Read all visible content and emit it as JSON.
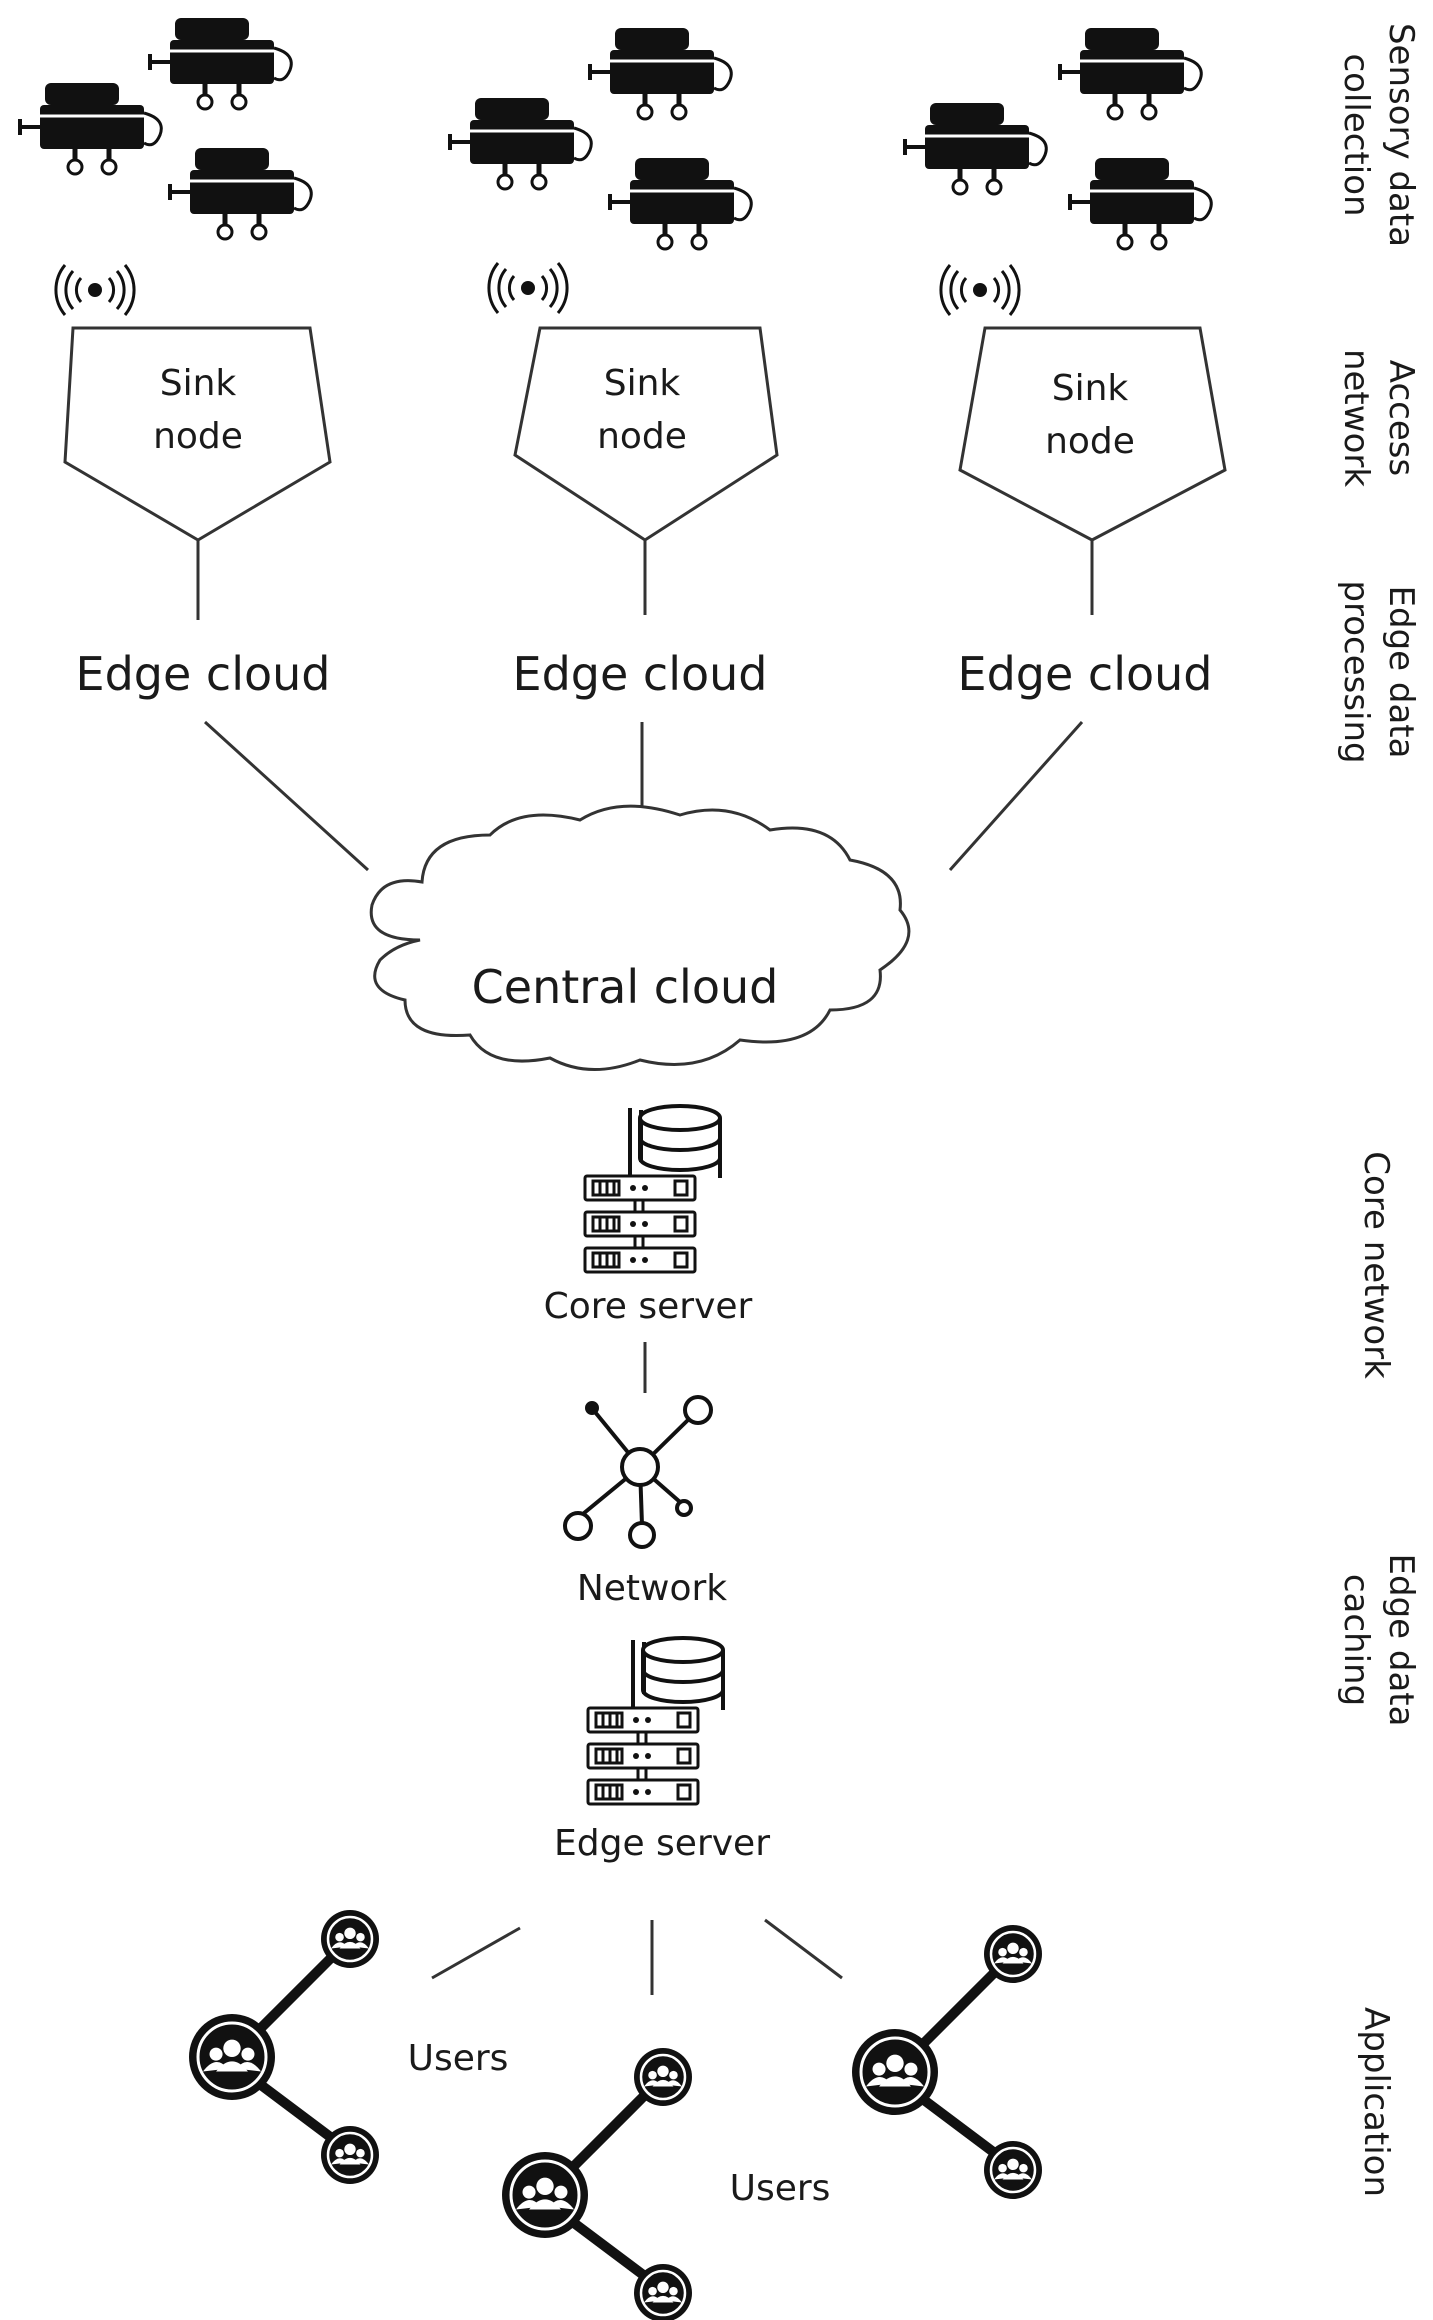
{
  "layers": {
    "sensory": [
      "Sensory data",
      "collection"
    ],
    "access": [
      "Access",
      "network"
    ],
    "edge_processing": [
      "Edge data",
      "processing"
    ],
    "core": "Core network",
    "edge_caching": [
      "Edge data",
      "caching"
    ],
    "application": "Application"
  },
  "sink_node": {
    "line1": "Sink",
    "line2": "node"
  },
  "edge_cloud_label": "Edge cloud",
  "central_cloud_label": "Central cloud",
  "core_server_label": "Core server",
  "network_label": "Network",
  "edge_server_label": "Edge server",
  "users_label": "Users",
  "icons": {
    "sensor": "sensor-device-icon",
    "signal": "wireless-signal-icon",
    "server": "server-rack-icon",
    "database": "database-icon",
    "network": "network-hub-icon",
    "users": "user-group-icon"
  }
}
